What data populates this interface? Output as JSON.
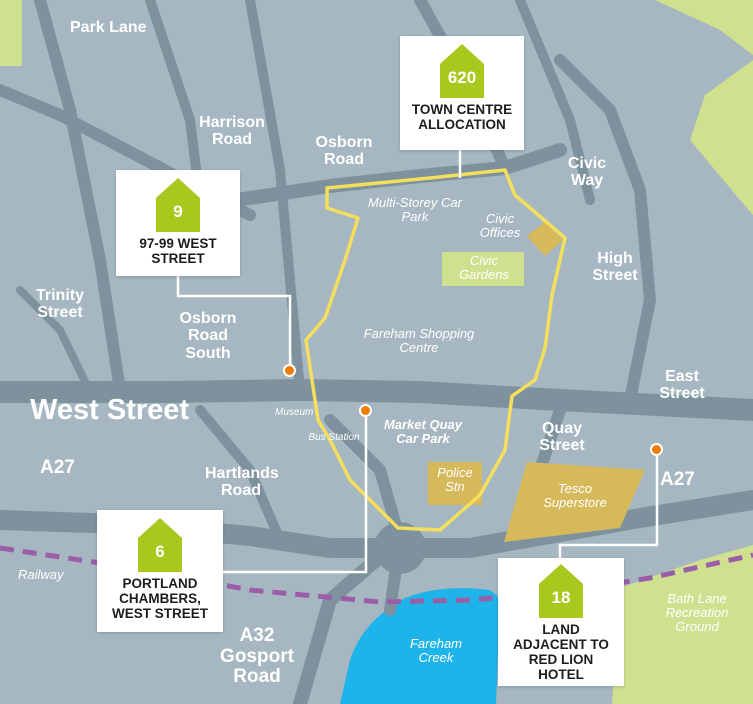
{
  "colors": {
    "background": "#a6b7c2",
    "road": "#7e929d",
    "park": "#cfe08f",
    "area": "#d6b95a",
    "water": "#1eb4ea",
    "railway": "#9a5ea6",
    "boundary": "#f3df5c",
    "marker": "#f07d00",
    "house": "#a8c81e"
  },
  "roads": {
    "park_lane": "Park Lane",
    "harrison_road": "Harrison Road",
    "osborn_road": "Osborn Road",
    "civic_way": "Civic Way",
    "high_street": "High Street",
    "trinity_street": "Trinity Street",
    "osborn_road_south": "Osborn Road South",
    "west_street": "West Street",
    "east_street": "East Street",
    "quay_street": "Quay Street",
    "a27_left": "A27",
    "a27_right": "A27",
    "hartlands_road": "Hartlands Road",
    "a32_gosport_road": "A32 Gosport Road"
  },
  "places": {
    "multi_storey_car_park": "Multi-Storey Car Park",
    "civic_offices": "Civic Offices",
    "civic_gardens": "Civic Gardens",
    "fareham_shopping_centre": "Fareham Shopping Centre",
    "museum": "Museum",
    "market_quay_car_park": "Market Quay Car Park",
    "bus_station": "Bus Station",
    "police_stn": "Police Stn",
    "tesco_superstore": "Tesco Superstore",
    "railway": "Railway",
    "fareham_creek": "Fareham Creek",
    "bath_lane_recreation_ground": "Bath Lane Recreation Ground"
  },
  "sites": {
    "town_centre": {
      "count": "620",
      "label": "TOWN CENTRE ALLOCATION"
    },
    "west_street_97": {
      "count": "9",
      "label": "97-99 WEST STREET"
    },
    "portland_chambers": {
      "count": "6",
      "label": "PORTLAND CHAMBERS, WEST STREET"
    },
    "red_lion": {
      "count": "18",
      "label": "LAND ADJACENT TO RED LION HOTEL"
    }
  }
}
